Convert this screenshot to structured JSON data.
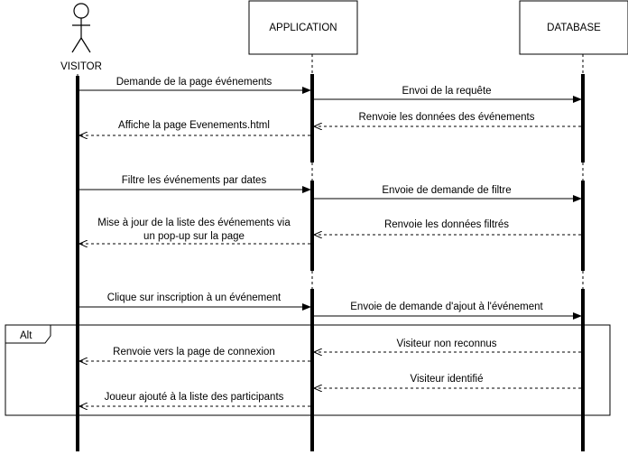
{
  "participants": {
    "visitor": "VISITOR",
    "application": "APPLICATION",
    "database": "DATABASE"
  },
  "messages": [
    {
      "label": "Demande de la page événements",
      "from": "visitor",
      "to": "application",
      "style": "solid"
    },
    {
      "label": "Envoi de la requête",
      "from": "application",
      "to": "database",
      "style": "solid"
    },
    {
      "label": "Renvoie les données des événements",
      "from": "database",
      "to": "application",
      "style": "dashed"
    },
    {
      "label": "Affiche la page Evenements.html",
      "from": "application",
      "to": "visitor",
      "style": "dashed"
    },
    {
      "label": "Filtre les événements par dates",
      "from": "visitor",
      "to": "application",
      "style": "solid"
    },
    {
      "label": "Envoie de demande de filtre",
      "from": "application",
      "to": "database",
      "style": "solid"
    },
    {
      "label": "Renvoie les données filtrés",
      "from": "database",
      "to": "application",
      "style": "dashed"
    },
    {
      "label": "Mise à jour de la liste des événements via",
      "label2": "un pop-up sur la page",
      "from": "application",
      "to": "visitor",
      "style": "dashed"
    },
    {
      "label": "Clique sur inscription à un événement",
      "from": "visitor",
      "to": "application",
      "style": "solid"
    },
    {
      "label": "Envoie de demande d'ajout à l'événement",
      "from": "application",
      "to": "database",
      "style": "solid"
    },
    {
      "label": "Visiteur non reconnus",
      "from": "database",
      "to": "application",
      "style": "dashed"
    },
    {
      "label": "Renvoie vers la page de connexion",
      "from": "application",
      "to": "visitor",
      "style": "dashed"
    },
    {
      "label": "Visiteur identifié",
      "from": "database",
      "to": "application",
      "style": "dashed"
    },
    {
      "label": "Joueur ajouté à la liste des participants",
      "from": "application",
      "to": "visitor",
      "style": "dashed"
    }
  ],
  "fragment": {
    "label": "Alt"
  }
}
